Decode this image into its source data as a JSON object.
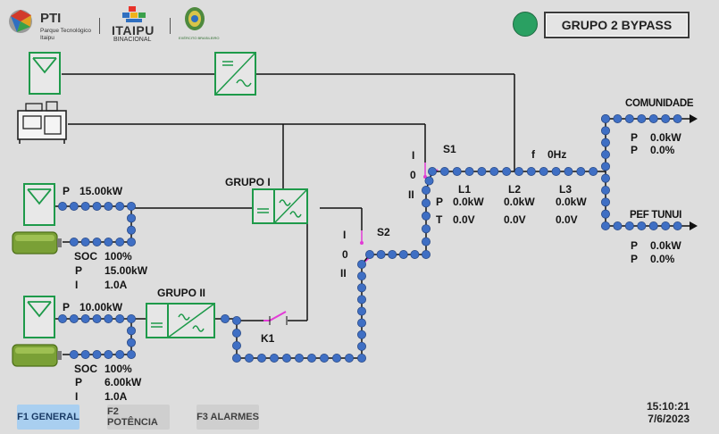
{
  "header": {
    "pti_name": "PTI",
    "pti_sub1": "Parque Tecnológico",
    "pti_sub2": "Itaipu",
    "itaipu_name": "ITAIPU",
    "itaipu_sub": "BINACIONAL",
    "army_text": "EXÉRCITO BRASILEIRO",
    "title": "GRUPO 2 BYPASS",
    "status_color": "#2aa062"
  },
  "grupo1": {
    "label": "GRUPO I",
    "p_label": "P",
    "p_value": "15.00kW",
    "soc_label": "SOC",
    "soc_value": "100%",
    "p2_label": "P",
    "p2_value": "15.00kW",
    "i_label": "I",
    "i_value": "1.0A"
  },
  "grupo2": {
    "label": "GRUPO II",
    "p_label": "P",
    "p_value": "10.00kW",
    "soc_label": "SOC",
    "soc_value": "100%",
    "p2_label": "P",
    "p2_value": "6.00kW",
    "i_label": "I",
    "i_value": "1.0A"
  },
  "switches": {
    "s1": "S1",
    "s2": "S2",
    "k1": "K1",
    "pos_i": "I",
    "pos_0": "0",
    "pos_ii": "II"
  },
  "bus": {
    "f_label": "f",
    "f_value": "0Hz",
    "p_label": "P",
    "t_label": "T",
    "l1": "L1",
    "l1_p": "0.0kW",
    "l1_t": "0.0V",
    "l2": "L2",
    "l2_p": "0.0kW",
    "l2_t": "0.0V",
    "l3": "L3",
    "l3_p": "0.0kW",
    "l3_t": "0.0V"
  },
  "loads": {
    "comunidade": "COMUNIDADE",
    "comunidade_p_label": "P",
    "comunidade_p": "0.0kW",
    "comunidade_pct_label": "P",
    "comunidade_pct": "0.0%",
    "pef": "PEF TUNUI",
    "pef_p_label": "P",
    "pef_p": "0.0kW",
    "pef_pct_label": "P",
    "pef_pct": "0.0%"
  },
  "footer": {
    "f1": "F1 GENERAL",
    "f2": "F2 POTÊNCIA",
    "f3": "F3 ALARMES",
    "time": "15:10:21",
    "date": "7/6/2023"
  },
  "colors": {
    "flow_dot": "#3f6fc4",
    "component_green": "#1e9a4a",
    "switch_magenta": "#e23bd6"
  },
  "icons": [
    "pti-logo-icon",
    "itaipu-logo-icon",
    "army-emblem-icon",
    "solar-panel-icon",
    "generator-icon",
    "inverter-icon",
    "battery-icon",
    "arrow-right-icon"
  ]
}
